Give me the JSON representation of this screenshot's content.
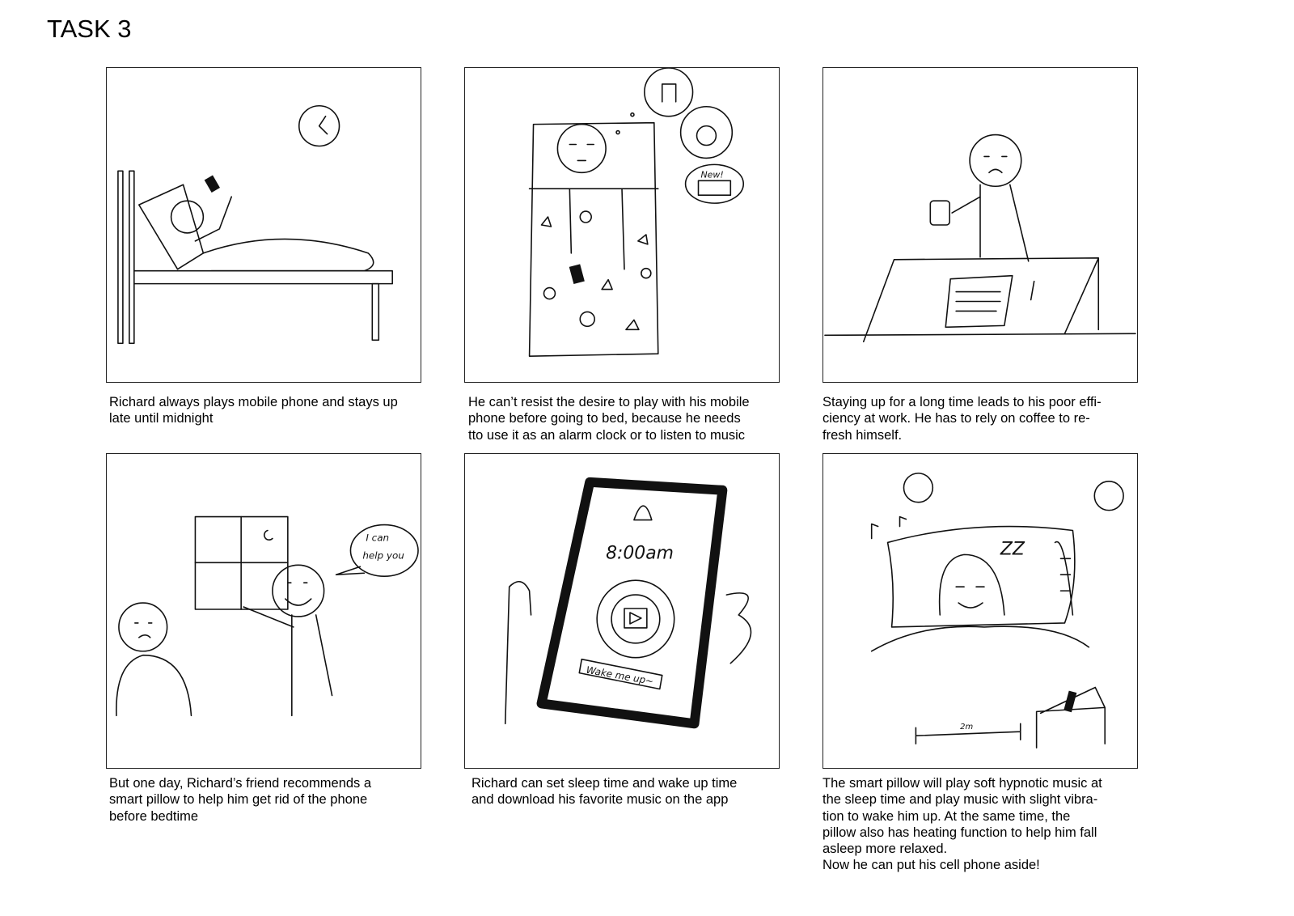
{
  "title": "TASK 3",
  "panels": [
    {
      "caption": "Richard always plays mobile phone and stays up\nlate until midnight"
    },
    {
      "caption": "He can’t resist the desire to play with his mobile\nphone before going to bed, because he needs\ntto use it as an alarm clock or to listen to music",
      "sketch_text": {
        "new": "New!"
      }
    },
    {
      "caption": "Staying up for a long time leads to his poor effi-\nciency at work. He has to rely on coffee to re-\nfresh himself."
    },
    {
      "caption": "But one day, Richard’s friend recommends a\nsmart pillow to help him get rid of the phone\nbefore bedtime",
      "sketch_text": {
        "speech_1": "I can",
        "speech_2": "help you"
      }
    },
    {
      "caption": "Richard can set sleep time and wake up time\nand download his favorite music on the app",
      "sketch_text": {
        "time": "8:00am",
        "button": "Wake me up~"
      }
    },
    {
      "caption": "The smart pillow will play soft hypnotic music at\nthe sleep time and play music with slight vibra-\ntion to wake him up. At the same time, the\npillow also has heating function to help him fall\nasleep more relaxed.\nNow he can put his cell phone aside!",
      "sketch_text": {
        "zz": "ZZ",
        "distance": "2m"
      }
    }
  ]
}
